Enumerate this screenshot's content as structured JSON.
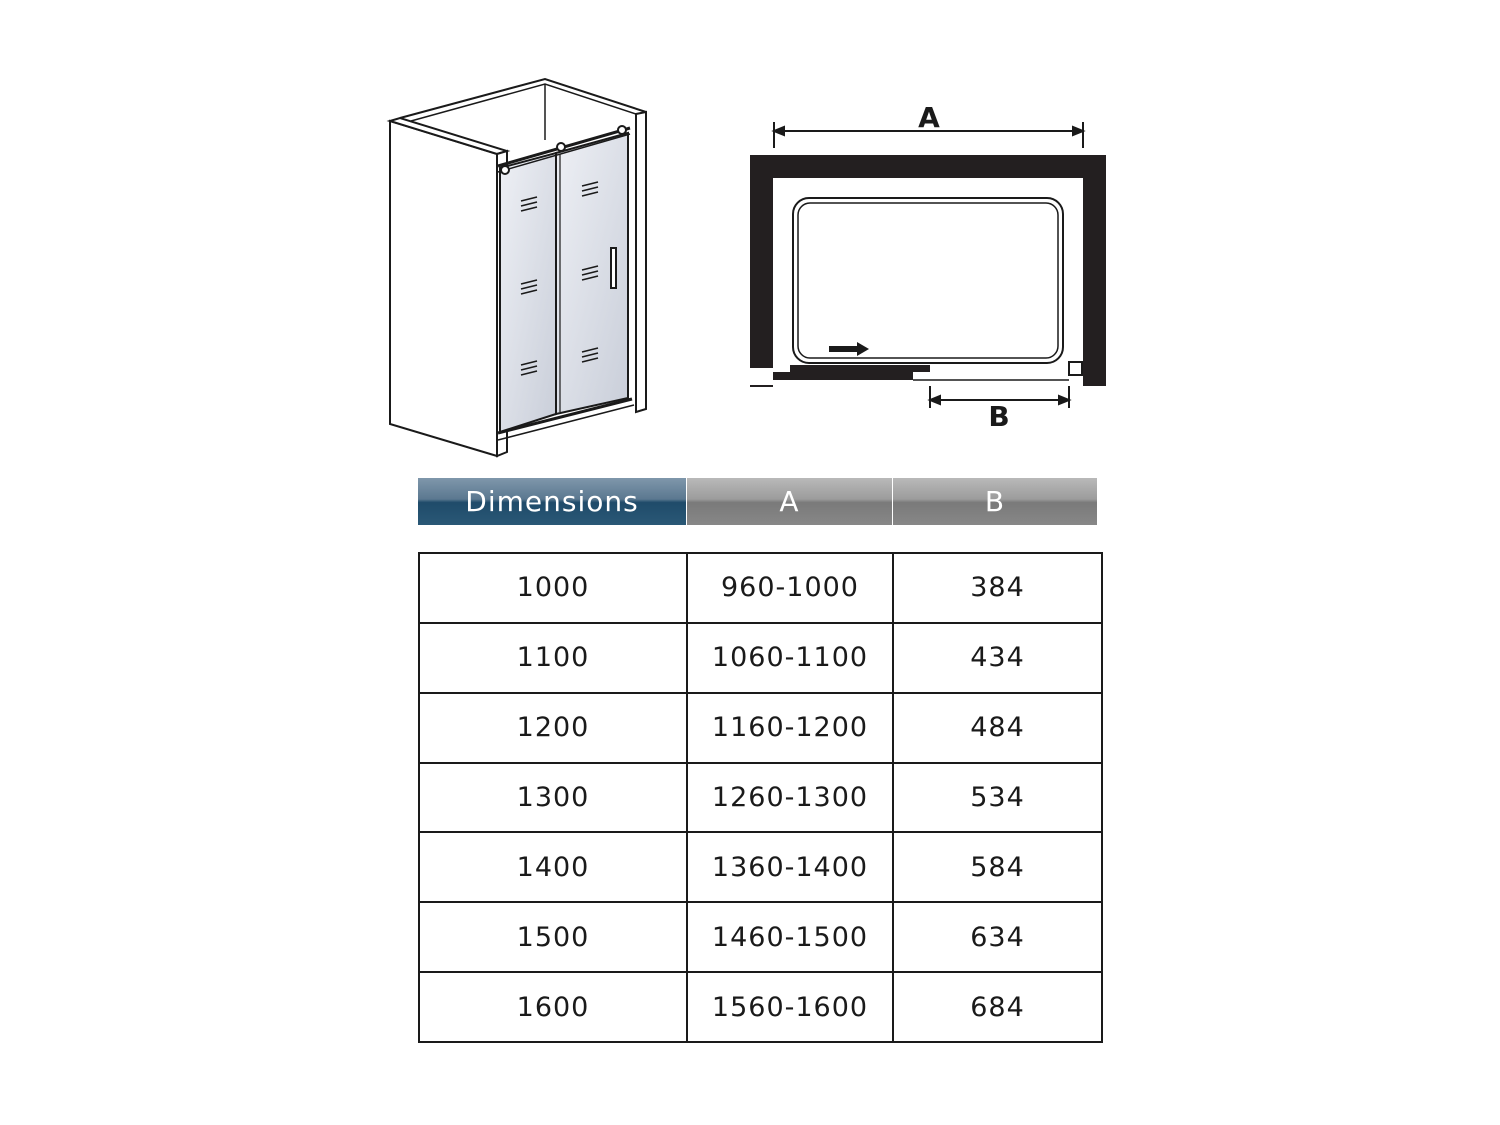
{
  "diagram": {
    "dimension_label_a": "A",
    "dimension_label_b": "B",
    "colors": {
      "line": "#1a1a1a",
      "wall": "#231f20",
      "glass": "#d9dde6"
    },
    "icons": [
      "shower-enclosure-illustration",
      "slide-direction-arrow-icon"
    ]
  },
  "table": {
    "headers": [
      "Dimensions",
      "A",
      "B"
    ],
    "rows": [
      [
        "1000",
        "960-1000",
        "384"
      ],
      [
        "1100",
        "1060-1100",
        "434"
      ],
      [
        "1200",
        "1160-1200",
        "484"
      ],
      [
        "1300",
        "1260-1300",
        "534"
      ],
      [
        "1400",
        "1360-1400",
        "584"
      ],
      [
        "1500",
        "1460-1500",
        "634"
      ],
      [
        "1600",
        "1560-1600",
        "684"
      ]
    ],
    "colors": {
      "header_main": "#2a5876",
      "header_secondary": "#878787",
      "border": "#1a1a1a"
    }
  }
}
